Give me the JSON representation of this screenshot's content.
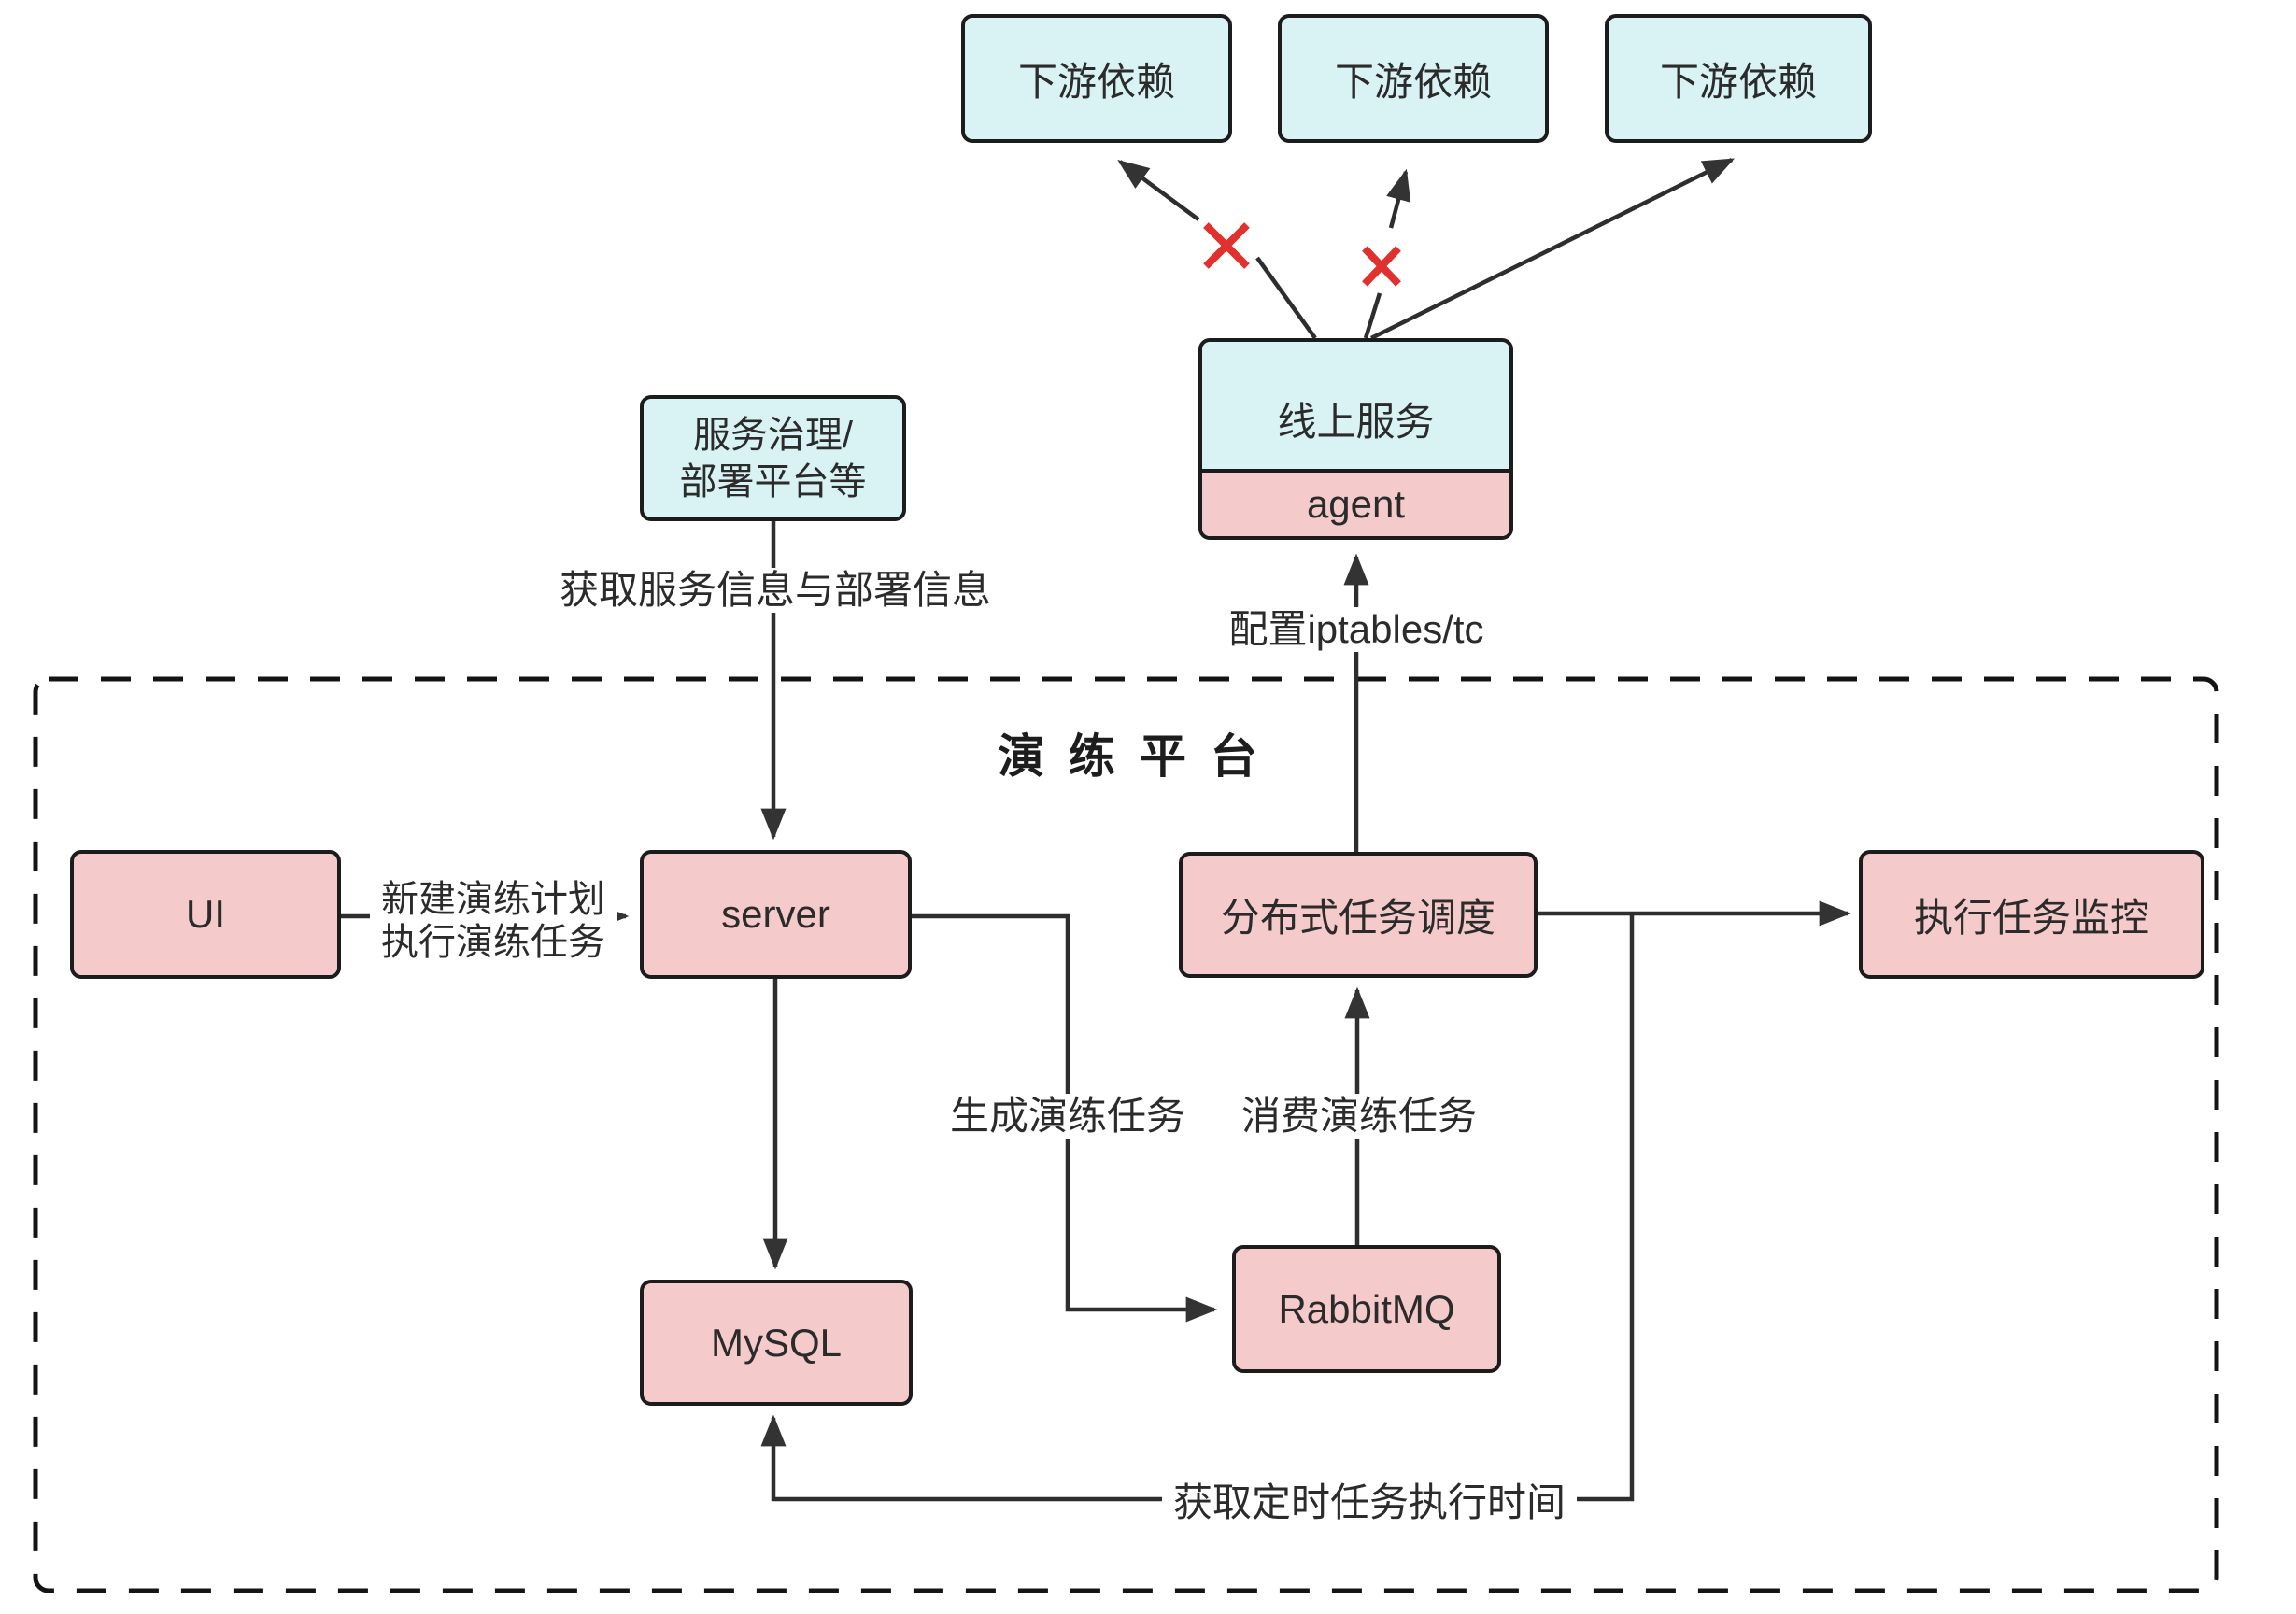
{
  "colors": {
    "node_cyan": "#d9f3f5",
    "node_pink": "#f5caca",
    "border": "#1c1c1c",
    "line": "#2e2e2e",
    "x_mark": "#e0312f",
    "text": "#2b2b2b"
  },
  "platform": {
    "title": "演 练 平 台"
  },
  "nodes": {
    "downstream_1": {
      "label": "下游依赖"
    },
    "downstream_2": {
      "label": "下游依赖"
    },
    "downstream_3": {
      "label": "下游依赖"
    },
    "online_service": {
      "label": "线上服务"
    },
    "agent": {
      "label": "agent"
    },
    "governance": {
      "label_line1": "服务治理/",
      "label_line2": "部署平台等"
    },
    "ui": {
      "label": "UI"
    },
    "server": {
      "label": "server"
    },
    "scheduler": {
      "label": "分布式任务调度"
    },
    "monitor": {
      "label": "执行任务监控"
    },
    "mysql": {
      "label": "MySQL"
    },
    "rabbitmq": {
      "label": "RabbitMQ"
    }
  },
  "edges": {
    "fetch_info": {
      "label": "获取服务信息与部署信息"
    },
    "config_iptables": {
      "label": "配置iptables/tc"
    },
    "ui_to_server": {
      "label_line1": "新建演练计划",
      "label_line2": "执行演练任务"
    },
    "generate_task": {
      "label": "生成演练任务"
    },
    "consume_task": {
      "label": "消费演练任务"
    },
    "fetch_schedule": {
      "label": "获取定时任务执行时间"
    }
  },
  "x_marks": {
    "count": 2,
    "symbol": "×",
    "color": "#e0312f"
  }
}
